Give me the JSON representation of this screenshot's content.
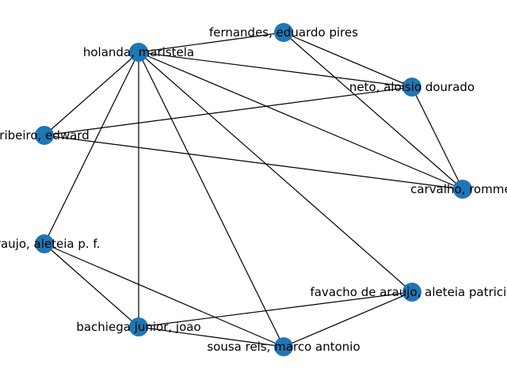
{
  "graph": {
    "node_color": "#1f77b4",
    "edge_color": "#000000",
    "nodes": [
      {
        "id": "holanda",
        "label": "holanda, maristela"
      },
      {
        "id": "fernandes",
        "label": "fernandes, eduardo pires"
      },
      {
        "id": "neto",
        "label": "neto, aloisio dourado"
      },
      {
        "id": "ribeiro",
        "label": "ribeiro, edward"
      },
      {
        "id": "carvalho",
        "label": "carvalho, rommel"
      },
      {
        "id": "araujo",
        "label": "araujo, aleteia p. f."
      },
      {
        "id": "favacho",
        "label": "favacho de araujo, aleteia patricia"
      },
      {
        "id": "bachiega",
        "label": "bachiega junior, joao"
      },
      {
        "id": "sousa",
        "label": "sousa reis, marco antonio"
      }
    ],
    "edges": [
      [
        "holanda",
        "fernandes"
      ],
      [
        "holanda",
        "neto"
      ],
      [
        "holanda",
        "ribeiro"
      ],
      [
        "holanda",
        "carvalho"
      ],
      [
        "holanda",
        "araujo"
      ],
      [
        "holanda",
        "favacho"
      ],
      [
        "holanda",
        "bachiega"
      ],
      [
        "holanda",
        "sousa"
      ],
      [
        "fernandes",
        "neto"
      ],
      [
        "fernandes",
        "carvalho"
      ],
      [
        "neto",
        "ribeiro"
      ],
      [
        "neto",
        "carvalho"
      ],
      [
        "ribeiro",
        "carvalho"
      ],
      [
        "araujo",
        "bachiega"
      ],
      [
        "araujo",
        "sousa"
      ],
      [
        "favacho",
        "bachiega"
      ],
      [
        "favacho",
        "sousa"
      ],
      [
        "bachiega",
        "sousa"
      ]
    ]
  }
}
